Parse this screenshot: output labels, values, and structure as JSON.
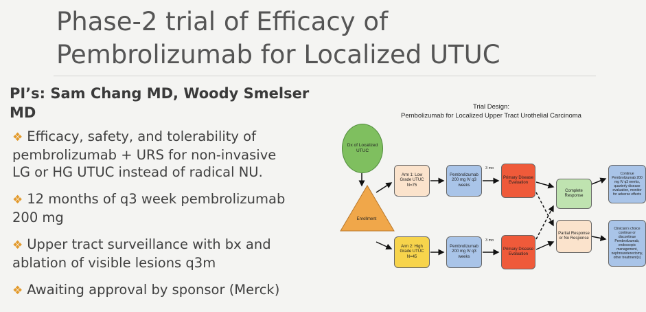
{
  "slide": {
    "title_line1": "Phase-2 trial of Efficacy of",
    "title_line2": "Pembrolizumab for Localized UTUC",
    "pis_line1": "PI’s: Sam Chang MD, Woody Smelser",
    "pis_line2": "MD",
    "bullets": [
      {
        "lines": [
          "Efficacy, safety, and tolerability of",
          "pembrolizumab + URS for non-invasive",
          "LG or HG UTUC instead of radical NU."
        ]
      },
      {
        "lines": [
          "12 months of q3 week pembrolizumab",
          "200 mg"
        ]
      },
      {
        "lines": [
          "Upper tract surveillance with bx and",
          "ablation of visible lesions q3m"
        ]
      },
      {
        "lines": [
          "Awaiting approval by sponsor (Merck)"
        ]
      }
    ],
    "bullet_glyph": "❖"
  },
  "diagram": {
    "title1": "Trial Design:",
    "title2": "Pembolizumab for Localized Upper Tract Urothelial Carcinoma",
    "dx": "Dx of Localized UTUC",
    "enrollment": "Enrollment",
    "arm1": "Arm 1: Low Grade UTUC N=75",
    "arm2": "Arm 2: High Grade UTUC N=45",
    "pembro1": "Pembrolizumab 200 mg IV q3 weeks",
    "pembro2": "Pembrolizumab 200 mg IV q3 weeks",
    "interval1": "3 mo",
    "interval2": "3 mo",
    "eval1": "Primary Disease Evaluation",
    "eval2": "Primary Disease Evaluation",
    "complete": "Complete Response",
    "partial": "Partial Response or No Response",
    "continue": "Continue Pembrolizumab 200 mg IV q3 weeks, quarterly disease evaluation, monitor for adverse effects",
    "clinician": "Clinician's choice continue or discontinue Pembrolizumab, endoscopic management, nephroureterectomy, other treatment(s)",
    "colors": {
      "green": "#7fbf5f",
      "orange": "#f0a74a",
      "peach": "#fbe3cc",
      "yellow": "#f7d44c",
      "blue": "#a9c4e8",
      "red": "#ef5a3a",
      "lightgreen": "#bfe3b0",
      "bullet": "#e39a2c"
    }
  }
}
